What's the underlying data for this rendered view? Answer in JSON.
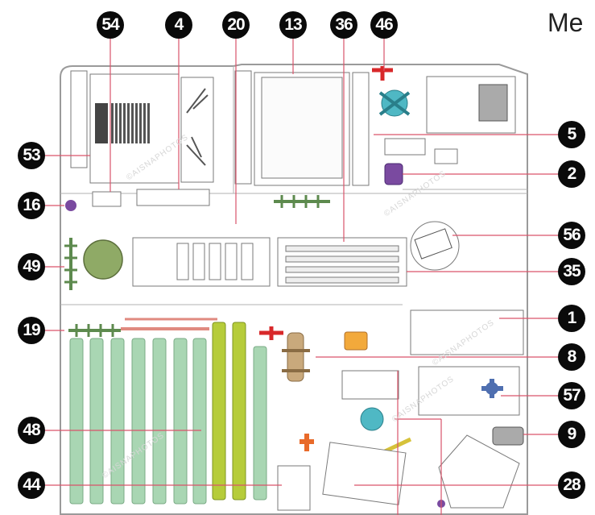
{
  "title": "Me",
  "watermark": "©AISNAPHOTOS",
  "colors": {
    "frame": "#9a9a9a",
    "part": "#7a7a7a",
    "leader": "#d9546a",
    "badge": "#0a0a0a",
    "green_light": "#a9d6b3",
    "green_yellow": "#b6cc3a",
    "teal": "#4fb8c4",
    "purple": "#7a4aa0",
    "red": "#d8282a",
    "orange": "#f2a93b",
    "blue": "#4f6fb0",
    "tan": "#c9a97c",
    "olive": "#8faa66",
    "dark_green": "#5d8a4e",
    "salmon": "#e08a80",
    "gray": "#8a8a8a"
  },
  "callouts": [
    {
      "id": "54",
      "label": "54"
    },
    {
      "id": "4",
      "label": "4"
    },
    {
      "id": "20",
      "label": "20"
    },
    {
      "id": "13",
      "label": "13"
    },
    {
      "id": "36",
      "label": "36"
    },
    {
      "id": "46",
      "label": "46"
    },
    {
      "id": "53",
      "label": "53"
    },
    {
      "id": "16",
      "label": "16"
    },
    {
      "id": "49",
      "label": "49"
    },
    {
      "id": "19",
      "label": "19"
    },
    {
      "id": "48",
      "label": "48"
    },
    {
      "id": "44",
      "label": "44"
    },
    {
      "id": "5",
      "label": "5"
    },
    {
      "id": "2",
      "label": "2"
    },
    {
      "id": "56",
      "label": "56"
    },
    {
      "id": "35",
      "label": "35"
    },
    {
      "id": "1",
      "label": "1"
    },
    {
      "id": "8",
      "label": "8"
    },
    {
      "id": "57",
      "label": "57"
    },
    {
      "id": "9",
      "label": "9"
    },
    {
      "id": "28",
      "label": "28"
    }
  ]
}
